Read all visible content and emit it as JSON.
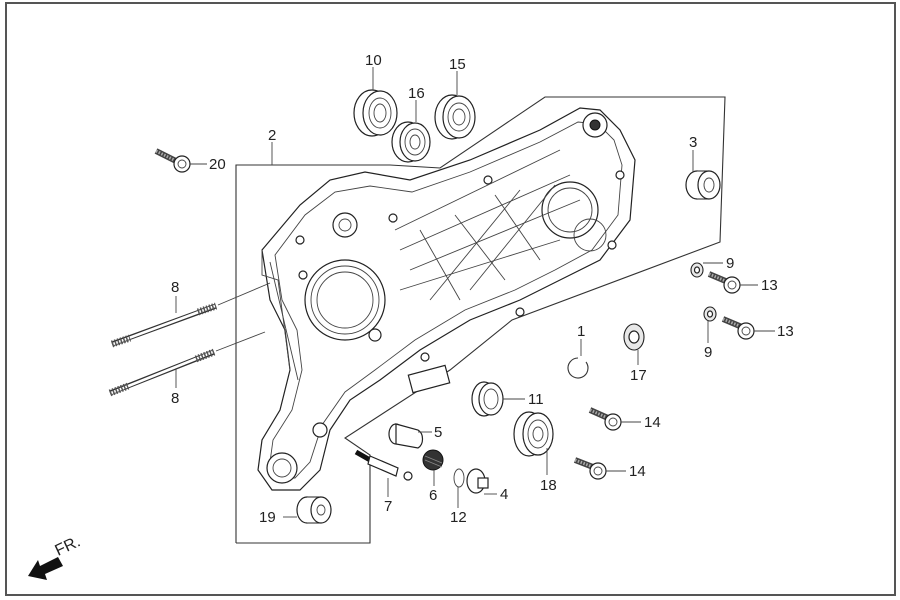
{
  "diagram": {
    "title": "Left crankcase exploded parts view",
    "front_indicator": "FR.",
    "callouts": [
      {
        "id": "c1",
        "label": "1",
        "part": "circlip"
      },
      {
        "id": "c2",
        "label": "2",
        "part": "left crankcase"
      },
      {
        "id": "c3",
        "label": "3",
        "part": "bearing"
      },
      {
        "id": "c4",
        "label": "4",
        "part": "drain bolt"
      },
      {
        "id": "c5",
        "label": "5",
        "part": "cap"
      },
      {
        "id": "c6",
        "label": "6",
        "part": "strainer screen"
      },
      {
        "id": "c7",
        "label": "7",
        "part": "stud"
      },
      {
        "id": "c8a",
        "label": "8",
        "part": "stud bolt"
      },
      {
        "id": "c8b",
        "label": "8",
        "part": "stud bolt"
      },
      {
        "id": "c9a",
        "label": "9",
        "part": "washer"
      },
      {
        "id": "c9b",
        "label": "9",
        "part": "washer"
      },
      {
        "id": "c10",
        "label": "10",
        "part": "bearing"
      },
      {
        "id": "c11",
        "label": "11",
        "part": "oil seal"
      },
      {
        "id": "c12",
        "label": "12",
        "part": "o-ring"
      },
      {
        "id": "c13a",
        "label": "13",
        "part": "flange bolt"
      },
      {
        "id": "c13b",
        "label": "13",
        "part": "flange bolt"
      },
      {
        "id": "c14a",
        "label": "14",
        "part": "flange bolt"
      },
      {
        "id": "c14b",
        "label": "14",
        "part": "flange bolt"
      },
      {
        "id": "c15",
        "label": "15",
        "part": "bearing"
      },
      {
        "id": "c16",
        "label": "16",
        "part": "bearing"
      },
      {
        "id": "c17",
        "label": "17",
        "part": "oil seal"
      },
      {
        "id": "c18",
        "label": "18",
        "part": "bearing"
      },
      {
        "id": "c19",
        "label": "19",
        "part": "bushing"
      },
      {
        "id": "c20",
        "label": "20",
        "part": "flange bolt"
      }
    ]
  }
}
